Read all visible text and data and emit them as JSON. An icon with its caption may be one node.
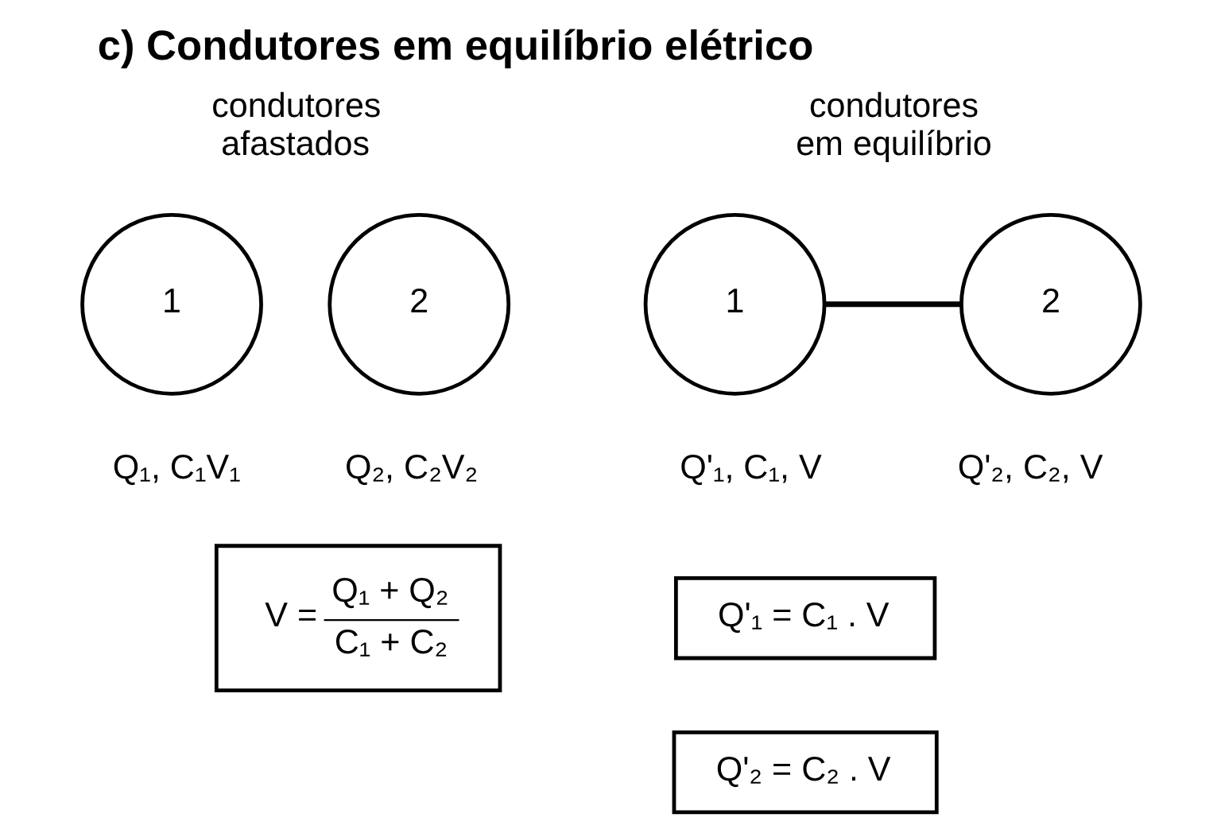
{
  "diagram": {
    "title": "c) Condutores em equilíbrio elétrico",
    "nodes": [
      {
        "text": [
          "1"
        ],
        "beside": [
          "Q₁, C₁V₁"
        ]
      },
      {
        "text": [
          "2"
        ],
        "beside": [
          "Q₂, C₂V₂"
        ]
      },
      {
        "text": [
          "1"
        ],
        "beside": [
          "Q'₁, C₁, V"
        ]
      },
      {
        "text": [
          "2"
        ],
        "beside": [
          "Q'₂, C₂, V"
        ]
      },
      {
        "text": [
          "V =",
          "Q₁ + Q₂",
          "C₁ + C₂"
        ]
      },
      {
        "text": [
          "Q'₁ = C₁ . V"
        ]
      },
      {
        "text": [
          "Q'₂ = C₂ . V"
        ]
      }
    ],
    "edges": [
      {
        "from": 2,
        "to": 3,
        "arrow": "none"
      }
    ],
    "labels": [
      "condutores afastados",
      "condutores em equilíbrio"
    ]
  }
}
